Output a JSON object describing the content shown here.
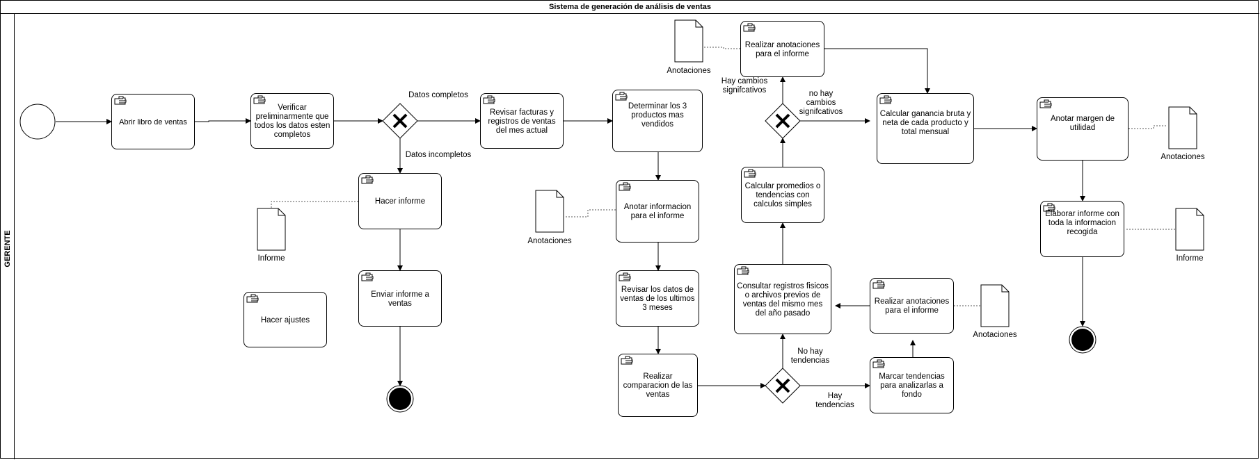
{
  "pool": {
    "title": "Sistema de generación de análisis de ventas",
    "lane": "GERENTE"
  },
  "tasks": {
    "abrir": "Abrir libro de ventas",
    "verificar": "Verificar preliminarmente que todos los datos esten completos",
    "hacer_informe": "Hacer informe",
    "enviar_informe": "Enviar informe a ventas",
    "hacer_ajustes": "Hacer ajustes",
    "revisar_facturas": "Revisar facturas y registros de ventas del mes actual",
    "determinar": "Determinar los 3 productos mas vendidos",
    "anotar_info": "Anotar informacion para el informe",
    "revisar_datos": "Revisar los datos de ventas de los ultimos 3 meses",
    "comparacion": "Realizar comparacion de las ventas",
    "realizar_anot_top": "Realizar anotaciones para el informe",
    "calcular_promedios": "Calcular promedios o tendencias con calculos simples",
    "consultar": "Consultar registros fisicos o archivos previos de ventas del mismo mes del año pasado",
    "realizar_anot_bottom": "Realizar anotaciones para el informe",
    "marcar": "Marcar tendencias para analizarlas a fondo",
    "calcular_ganancia": "Calcular ganancia bruta y neta de cada producto y total mensual",
    "anotar_margen": "Anotar margen de utilidad",
    "elaborar": "Elaborar informe con toda la informacion recogida"
  },
  "documents": {
    "informe_left": "Informe",
    "anot_mid": "Anotaciones",
    "anot_top": "Anotaciones",
    "anot_bottom": "Anotaciones",
    "anot_right": "Anotaciones",
    "informe_right": "Informe"
  },
  "edge_labels": {
    "datos_completos": "Datos completos",
    "datos_incompletos": "Datos incompletos",
    "hay_cambios": "Hay cambios signifcativos",
    "no_hay_cambios": "no hay cambios signifcativos",
    "no_hay_tendencias": "No hay tendencias",
    "hay_tendencias": "Hay tendencias"
  },
  "icons": {
    "task": "manual-task-icon",
    "gateway": "exclusive-gateway-x",
    "start": "start-event-circle",
    "end": "end-event-circle",
    "document": "document-icon"
  }
}
